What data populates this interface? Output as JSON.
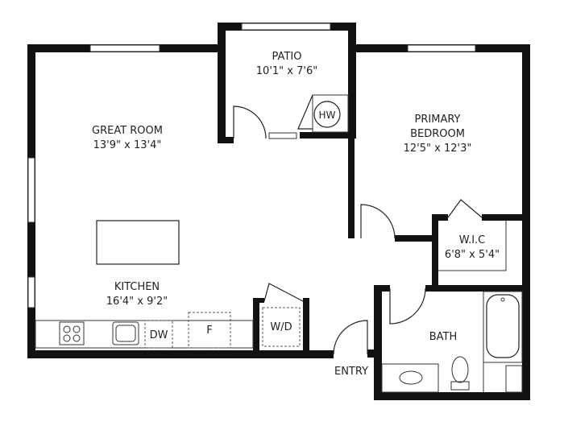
{
  "rooms": {
    "patio": {
      "name": "PATIO",
      "size": "10'1\" x 7'6\""
    },
    "great_room": {
      "name": "GREAT ROOM",
      "size": "13'9\" x 13'4\""
    },
    "primary_bedroom": {
      "name_line1": "PRIMARY",
      "name_line2": "BEDROOM",
      "size": "12'5\" x 12'3\""
    },
    "wic": {
      "name": "W.I.C",
      "size": "6'8\" x 5'4\""
    },
    "kitchen": {
      "name": "KITCHEN",
      "size": "16'4\" x 9'2\""
    },
    "bath": {
      "name": "BATH"
    }
  },
  "fixtures": {
    "water_heater": "HW",
    "dishwasher": "DW",
    "fridge": "F",
    "washer_dryer": "W/D"
  },
  "entry_label": "ENTRY",
  "colors": {
    "wall": "#111111",
    "background": "#ffffff"
  }
}
